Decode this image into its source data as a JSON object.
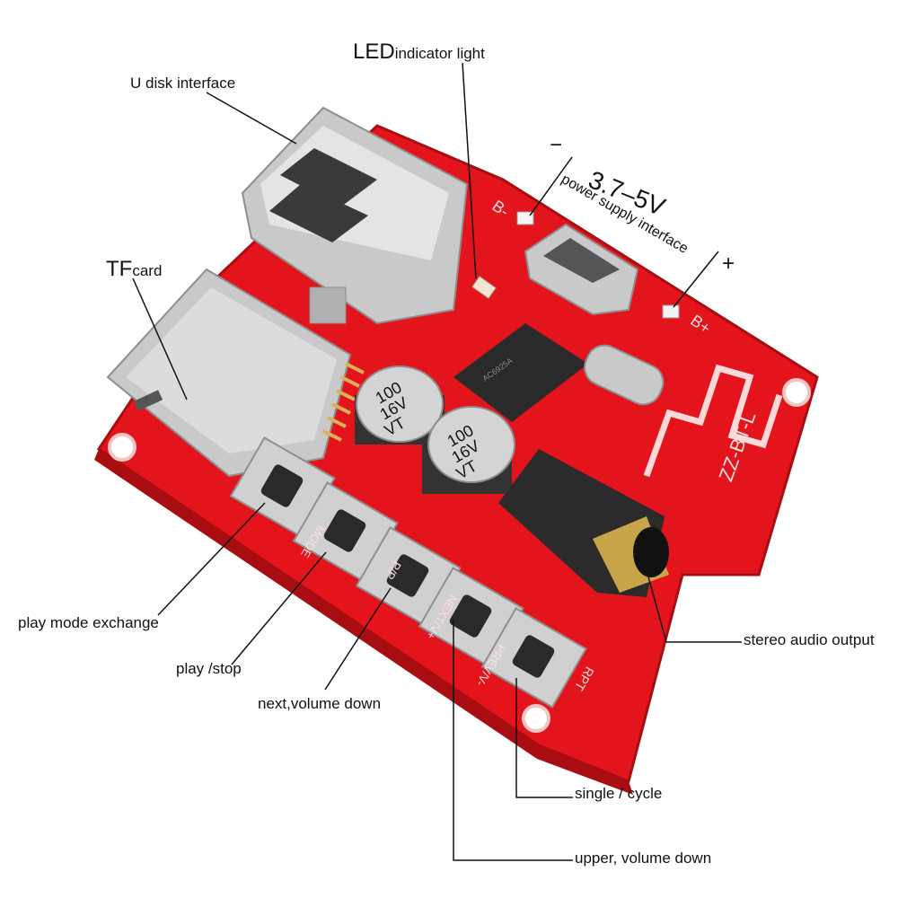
{
  "colors": {
    "pcb": "#e3141c",
    "pcb_dark": "#a80d12",
    "metal": "#c9c9c9",
    "metal_dark": "#8e8e8e",
    "chip": "#2a2a2a",
    "leader": "#111111"
  },
  "callouts": {
    "led_prefix": "LED",
    "led_text": "indicator light",
    "udisk": "U disk interface",
    "tf_prefix": "TF",
    "tf_text": "card",
    "minus": "−",
    "voltage": "3.7–5V",
    "power": "power supply interface",
    "plus": "+",
    "play_mode": "play mode exchange",
    "play_stop": "play /stop",
    "next_vol": "next,volume down",
    "single_cycle": "single / cycle",
    "upper_vol": "upper, volume down",
    "stereo": "stereo audio output"
  },
  "board": {
    "model": "ZZ-BT-L",
    "b_minus": "B-",
    "b_plus": "B+",
    "cap_text": [
      "100",
      "16V",
      "VT"
    ],
    "btn_mode": "MODE",
    "btn_pp": "P/P",
    "btn_next": "NEXT/V+",
    "btn_prev": "PREV/V-",
    "btn_rpt": "RPT"
  }
}
